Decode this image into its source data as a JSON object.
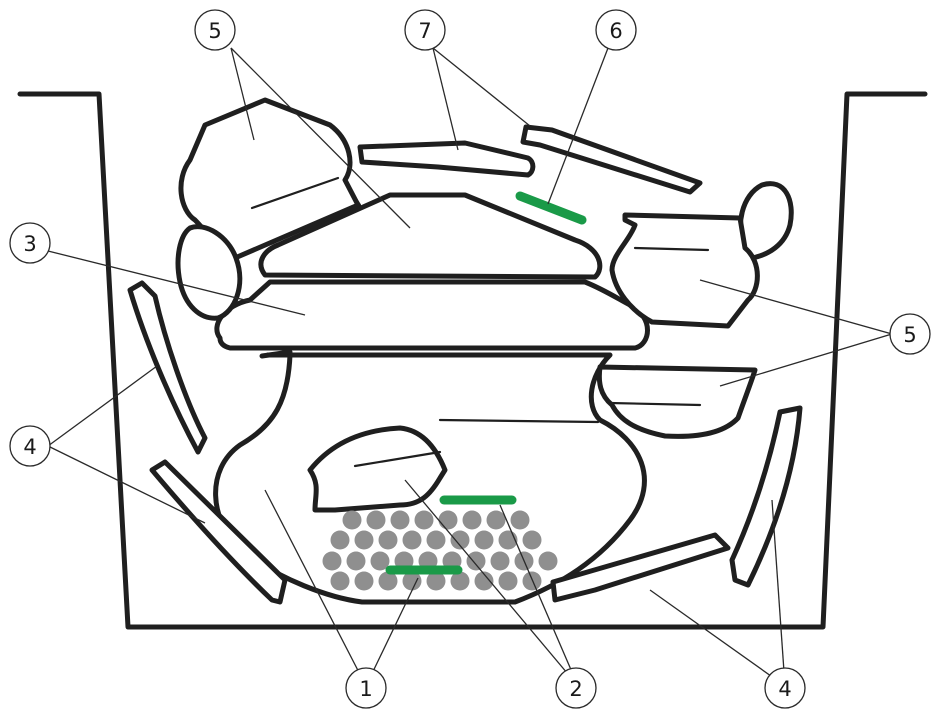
{
  "callouts": {
    "c1": "1",
    "c2": "2",
    "c3": "3",
    "c4_left": "4",
    "c4_bottom": "4",
    "c5_top": "5",
    "c5_right": "5",
    "c6": "6",
    "c7": "7"
  },
  "colors": {
    "outline": "#1f1f1f",
    "bead": "#8f8f8f",
    "wire": "#1a9a48"
  }
}
